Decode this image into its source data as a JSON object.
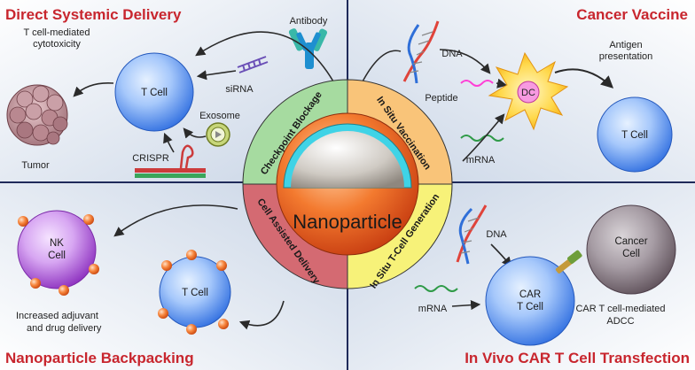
{
  "quadrants": {
    "top_left": {
      "title": "Direct Systemic Delivery"
    },
    "top_right": {
      "title": "Cancer Vaccine"
    },
    "bottom_left": {
      "title": "Nanoparticle Backpacking"
    },
    "bottom_right": {
      "title": "In Vivo CAR T Cell Transfection"
    }
  },
  "center": {
    "label": "Nanoparticle"
  },
  "ring": {
    "checkpoint": "Checkpoint Blockage",
    "vaccination": "In Situ Vaccination",
    "tcell_generation": "In Situ T-Cell Generation",
    "cell_assisted": "Cell Assisted Delivery"
  },
  "top_left_labels": {
    "cytotoxicity_1": "T cell-mediated",
    "cytotoxicity_2": "cytotoxicity",
    "tumor": "Tumor",
    "antibody": "Antibody",
    "sirna": "siRNA",
    "exosome": "Exosome",
    "crispr": "CRISPR",
    "tcell": "T Cell"
  },
  "top_right_labels": {
    "dna": "DNA",
    "peptide": "Peptide",
    "mrna": "mRNA",
    "dc": "DC",
    "antigen_1": "Antigen",
    "antigen_2": "presentation",
    "tcell": "T Cell"
  },
  "bottom_left_labels": {
    "nk_1": "NK",
    "nk_2": "Cell",
    "tcell": "T Cell",
    "delivery_1": "Increased adjuvant",
    "delivery_2": "and drug delivery"
  },
  "bottom_right_labels": {
    "dna": "DNA",
    "mrna": "mRNA",
    "car_1": "CAR",
    "car_2": "T Cell",
    "cancer_1": "Cancer",
    "cancer_2": "Cell",
    "adcc_1": "CAR T cell-mediated",
    "adcc_2": "ADCC"
  },
  "colors": {
    "title": "#c8262e",
    "checkpoint_sector": "#a6dba0",
    "vaccination_sector": "#f9c479",
    "tcell_generation_sector": "#f7f279",
    "cell_assisted_sector": "#d46a72",
    "tcell_blue": "#3f7ee8",
    "nk_purple": "#9b3ac6",
    "nanoparticle_orange": "#e8521b",
    "divider": "#1f2a5a"
  }
}
